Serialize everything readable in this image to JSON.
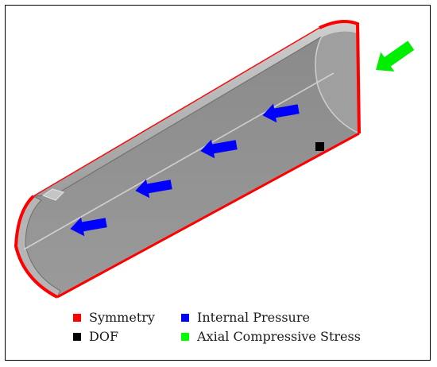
{
  "colors": {
    "symmetry": "#ff0000",
    "dof": "#000000",
    "pressure": "#0000ff",
    "axial": "#00ff00",
    "shell_outer": "#a9a9a9",
    "shell_inner": "#8c8c8c",
    "edge_light": "#d9d9d9"
  },
  "legend": {
    "items": [
      {
        "label": "Symmetry",
        "color": "#ff0000"
      },
      {
        "label": "Internal Pressure",
        "color": "#0000ff"
      },
      {
        "label": "DOF",
        "color": "#000000"
      },
      {
        "label": "Axial Compressive Stress",
        "color": "#00ff00"
      }
    ]
  },
  "icons": {
    "pressure_arrow": "arrow-left-icon",
    "axial_arrow": "arrow-down-left-icon",
    "dof_marker": "square-icon"
  }
}
